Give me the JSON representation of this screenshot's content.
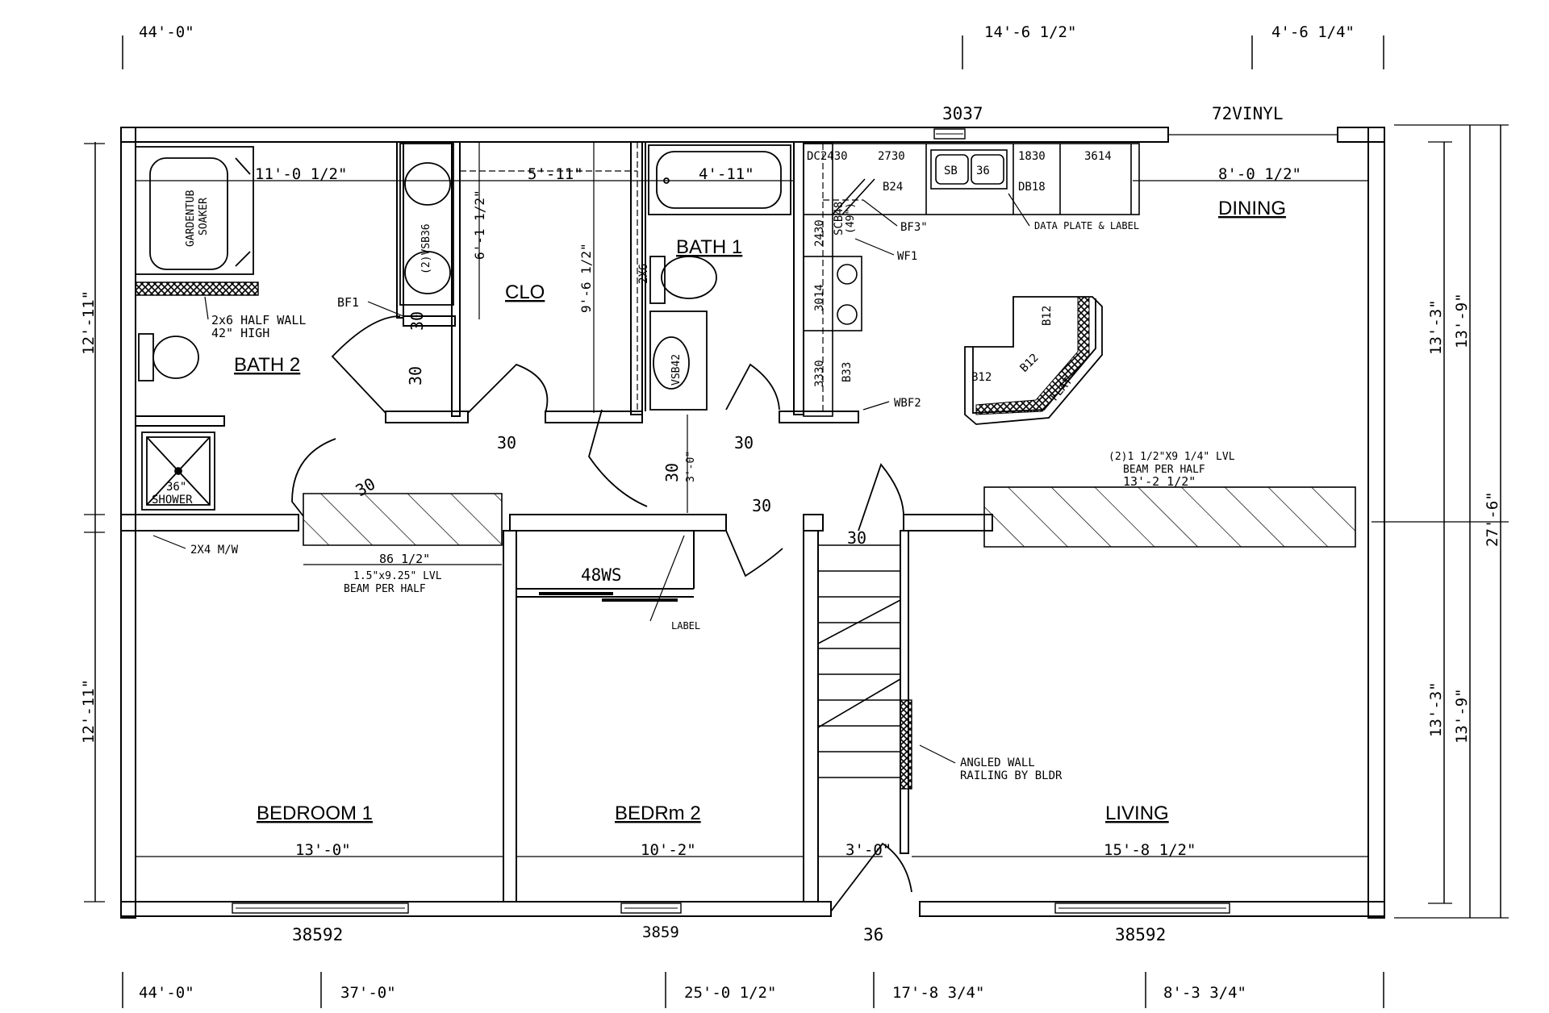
{
  "top_dims": {
    "left": "44'-0\"",
    "mid": "14'-6 1/2\"",
    "right": "4'-6 1/4\""
  },
  "bottom_dims": [
    "44'-0\"",
    "37'-0\"",
    "25'-0 1/2\"",
    "17'-8 3/4\"",
    "8'-3 3/4\""
  ],
  "left_dims": [
    "12'-11\"",
    "12'-11\""
  ],
  "right_dims": {
    "inner_top": "13'-3\"",
    "outer_top": "13'-9\"",
    "overall": "27'-6\"",
    "inner_bottom": "13'-3\"",
    "outer_bottom": "13'-9\""
  },
  "windows": {
    "top_mid": "3037",
    "top_right": "72VINYL",
    "bottom_left": "38592",
    "bottom_mid": "3859",
    "door_front": "36",
    "bottom_right": "38592"
  },
  "rooms": {
    "bath2": "BATH 2",
    "clo": "CLO",
    "bath1": "BATH 1",
    "dining": "DINING",
    "bedroom1": "BEDROOM 1",
    "bedrm2": "BEDRm 2",
    "living": "LIVING"
  },
  "interior_dims": {
    "bath2_width": "11'-0 1/2\"",
    "clo_width": "5'-11\"",
    "bath1_width": "4'-11\"",
    "dining_width": "8'-0 1/2\"",
    "clo_height": "6'-1 1/2\"",
    "hall_height": "9'-6 1/2\"",
    "bed1_width": "13'-0\"",
    "bed2_width": "10'-2\"",
    "stair_width": "3'-0\"",
    "living_width": "15'-8 1/2\"",
    "beam_left_len": "86 1/2\"",
    "beam_right_len": "13'-2 1/2\"",
    "door_30_a": "30",
    "door_30_b": "30",
    "door_30_c": "30",
    "door_30_d": "30",
    "door_30_e": "30",
    "door_30_f": "30",
    "door_30_g": "30",
    "door_30_h": "30",
    "door_3_0": "3'-0\"",
    "closet_48ws": "48WS"
  },
  "fixtures": {
    "gardentub": "GARDENTUB",
    "soaker": "SOAKER",
    "vanity_left": "(2)VSB36",
    "shower_size": "36\"",
    "shower": "SHOWER",
    "half_wall_1": "2x6 HALF WALL",
    "half_wall_2": "42\" HIGH",
    "bf1": "BF1",
    "twox6": "2X6",
    "vsb42": "VSB42",
    "mw": "2X4 M/W"
  },
  "kitchen": {
    "dc2430": "DC2430",
    "c2730": "2730",
    "sb": "SB",
    "sb36": "36",
    "c1830": "1830",
    "c3614": "3614",
    "b24": "B24",
    "db18": "DB18",
    "bf3": "BF3\"",
    "data_plate": "DATA PLATE & LABEL",
    "c2430": "2430",
    "scb48": "SCB48",
    "scb48_sub": "(49\")",
    "wf1": "WF1",
    "c3014": "3014",
    "c3330": "3330",
    "b33": "B33",
    "wbf2": "WBF2",
    "b12a": "B12",
    "b12b": "B12",
    "b12c": "B12",
    "flat": "FLAT"
  },
  "notes": {
    "beam_left_1": "1.5\"x9.25\" LVL",
    "beam_left_2": "BEAM PER HALF",
    "beam_right_1": "(2)1 1/2\"X9 1/4\" LVL",
    "beam_right_2": "BEAM PER HALF",
    "label": "LABEL",
    "rail_1": "ANGLED WALL",
    "rail_2": "RAILING BY BLDR"
  }
}
